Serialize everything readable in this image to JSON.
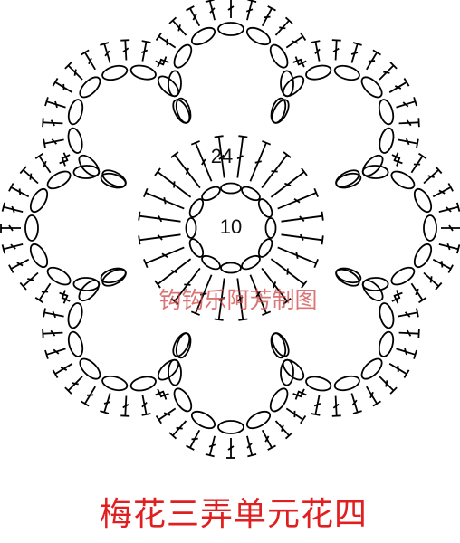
{
  "diagram": {
    "center_ring_count": "10",
    "round_two_count": "24",
    "watermark": "钩钩乐阿芳制图",
    "caption": "梅花三弄单元花四",
    "petal_count": 8,
    "line_color": "#000000",
    "caption_color": "#e02020",
    "watermark_color": "#d04848"
  }
}
